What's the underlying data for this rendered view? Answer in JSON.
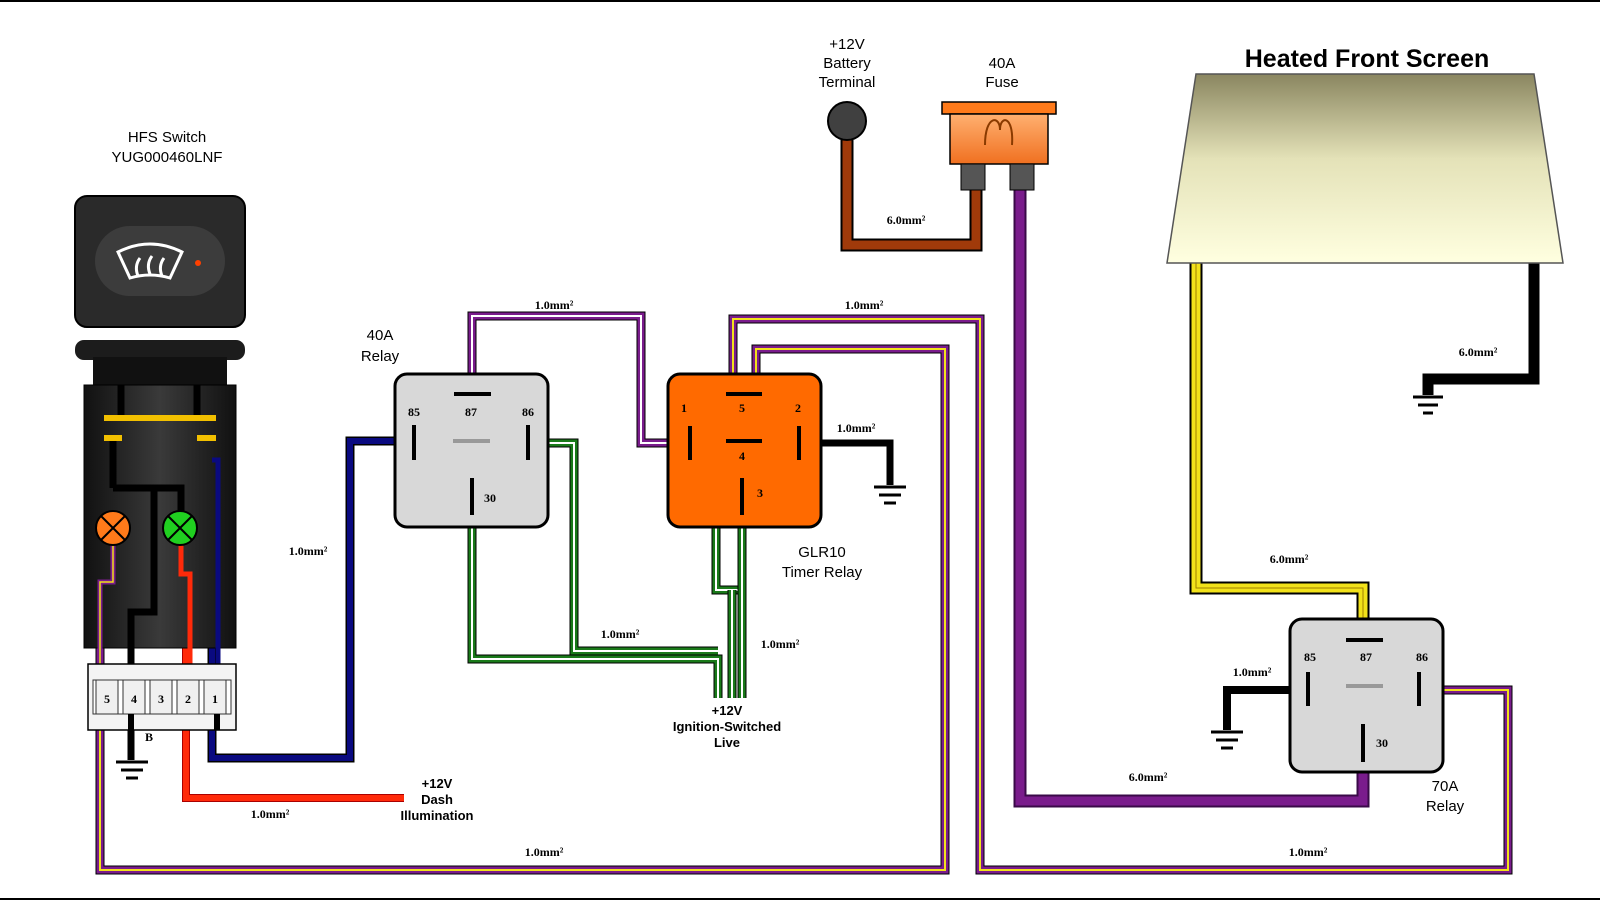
{
  "title": "Heated Front Screen",
  "labels": {
    "battery": [
      "+12V",
      "Battery",
      "Terminal"
    ],
    "fuse": [
      "40A",
      "Fuse"
    ],
    "hfs_switch": [
      "HFS Switch",
      "YUG000460LNF"
    ],
    "relay40": [
      "40A",
      "Relay"
    ],
    "timer_relay": [
      "GLR10",
      "Timer Relay"
    ],
    "relay70": [
      "70A",
      "Relay"
    ],
    "ignition": [
      "+12V",
      "Ignition-Switched",
      "Live"
    ],
    "dash": [
      "+12V",
      "Dash",
      "Illumination"
    ],
    "connector_b": "B"
  },
  "wire_gauges": {
    "battery_to_fuse": "6.0mm²",
    "relay40_87_to_timer_1": "1.0mm²",
    "timer_5_to_relay70_86": "1.0mm²",
    "timer_2_to_ground": "1.0mm²",
    "switch_to_relay40_85": "1.0mm²",
    "relay40_30_to_ignition": "1.0mm²",
    "timer_3_to_ignition": "1.0mm²",
    "dash_illumination": "1.0mm²",
    "switch_to_timer_5": "1.0mm²",
    "screen_to_relay70_87": "6.0mm²",
    "screen_to_ground": "6.0mm²",
    "fuse_to_relay70_30": "6.0mm²",
    "relay70_85_to_ground": "1.0mm²",
    "relay70_86_loop": "1.0mm²"
  },
  "pins": {
    "relay40": [
      "85",
      "87",
      "86",
      "30"
    ],
    "timer": [
      "1",
      "5",
      "2",
      "4",
      "3"
    ],
    "relay70": [
      "85",
      "87",
      "86",
      "30"
    ],
    "connector": [
      "5",
      "4",
      "3",
      "2",
      "1"
    ]
  },
  "colors": {
    "purple": "#7a1c8c",
    "blue": "#0a0a80",
    "green": "#1a7a1a",
    "yellow": "#f2e21a",
    "red": "#ff2a0a",
    "brown": "#a03a0a",
    "orange_relay": "#ff6a00",
    "relay_grey": "#d8d8d8",
    "lamp_orange": "#ff7a1a",
    "lamp_green": "#20d020"
  }
}
